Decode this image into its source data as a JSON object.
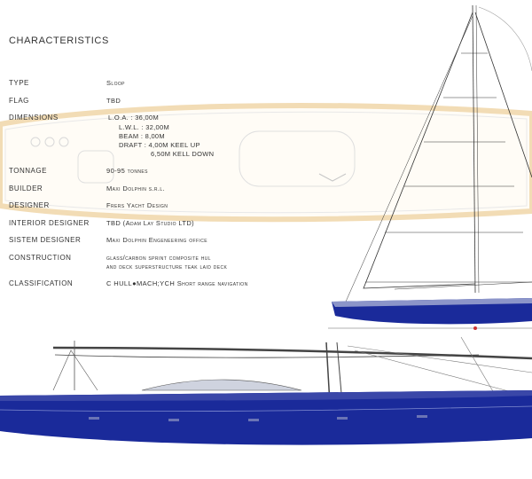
{
  "page_title": "CHARACTERISTICS",
  "specs": [
    {
      "label": "TYPE",
      "value": "Sloop"
    },
    {
      "label": "FLAG",
      "value": "TBD"
    },
    {
      "label": "DIMENSIONS",
      "value": ""
    },
    {
      "label": "TONNAGE",
      "value": "90-95 tonnes"
    },
    {
      "label": "BUILDER",
      "value": "Maxi Dolphin s.r.l."
    },
    {
      "label": "DESIGNER",
      "value": "Frers Yacht Design"
    },
    {
      "label": "INTERIOR DESIGNER",
      "value": "TBD (Adam Lay Studio LTD)"
    },
    {
      "label": "SISTEM DESIGNER",
      "value": "Maxi Dolphin Engeneering office"
    },
    {
      "label": "CONSTRUCTION",
      "value": "glass/carbon sprint composite hul"
    },
    {
      "label": "CLASSIFICATION",
      "value": "C HULL●MACH;YCH Short range navigation"
    }
  ],
  "dimensions": [
    "L.O.A. : 36,00M",
    "L.W.L. : 32,00M",
    "BEAM : 8,00M",
    "DRAFT : 4,00M KEEL UP",
    "6,50M KELL DOWN"
  ],
  "construction_line2": "and deck superstructure teak laid deck",
  "colors": {
    "hull": "#1a2a9a",
    "hull_dark": "#0d1670",
    "deck_plan": "#e8c07a"
  }
}
